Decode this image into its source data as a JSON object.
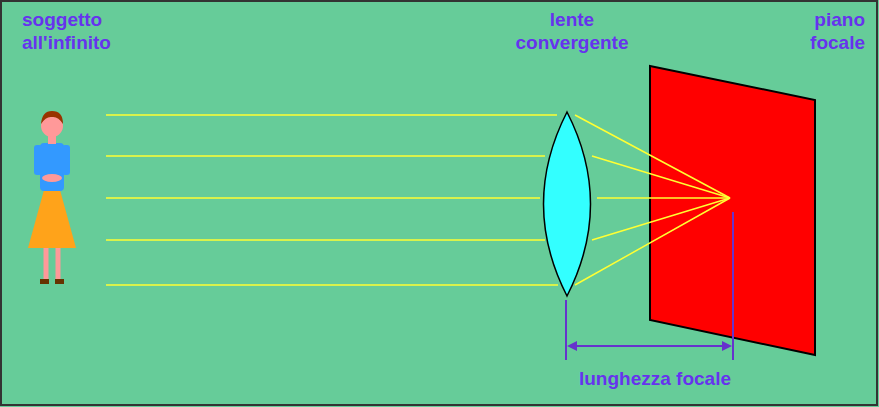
{
  "diagram": {
    "labels": [
      "soggetto all'infinito",
      "lente convergente",
      "piano focale",
      "lunghezza focale"
    ]
  }
}
